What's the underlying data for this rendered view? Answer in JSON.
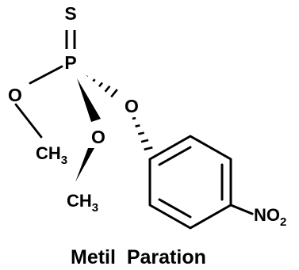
{
  "molecule": {
    "atoms": {
      "sulfur": "S",
      "phosphorus": "P",
      "oxygen_left": "O",
      "oxygen_methoxy": "O",
      "oxygen_aryl": "O",
      "methyl_1_main": "CH",
      "methyl_1_sub": "3",
      "methyl_2_main": "CH",
      "methyl_2_sub": "3",
      "nitro_main": "NO",
      "nitro_sub": "2"
    },
    "caption": "Metil  Paration"
  },
  "colors": {
    "ink": "#000000",
    "background": "#ffffff"
  }
}
